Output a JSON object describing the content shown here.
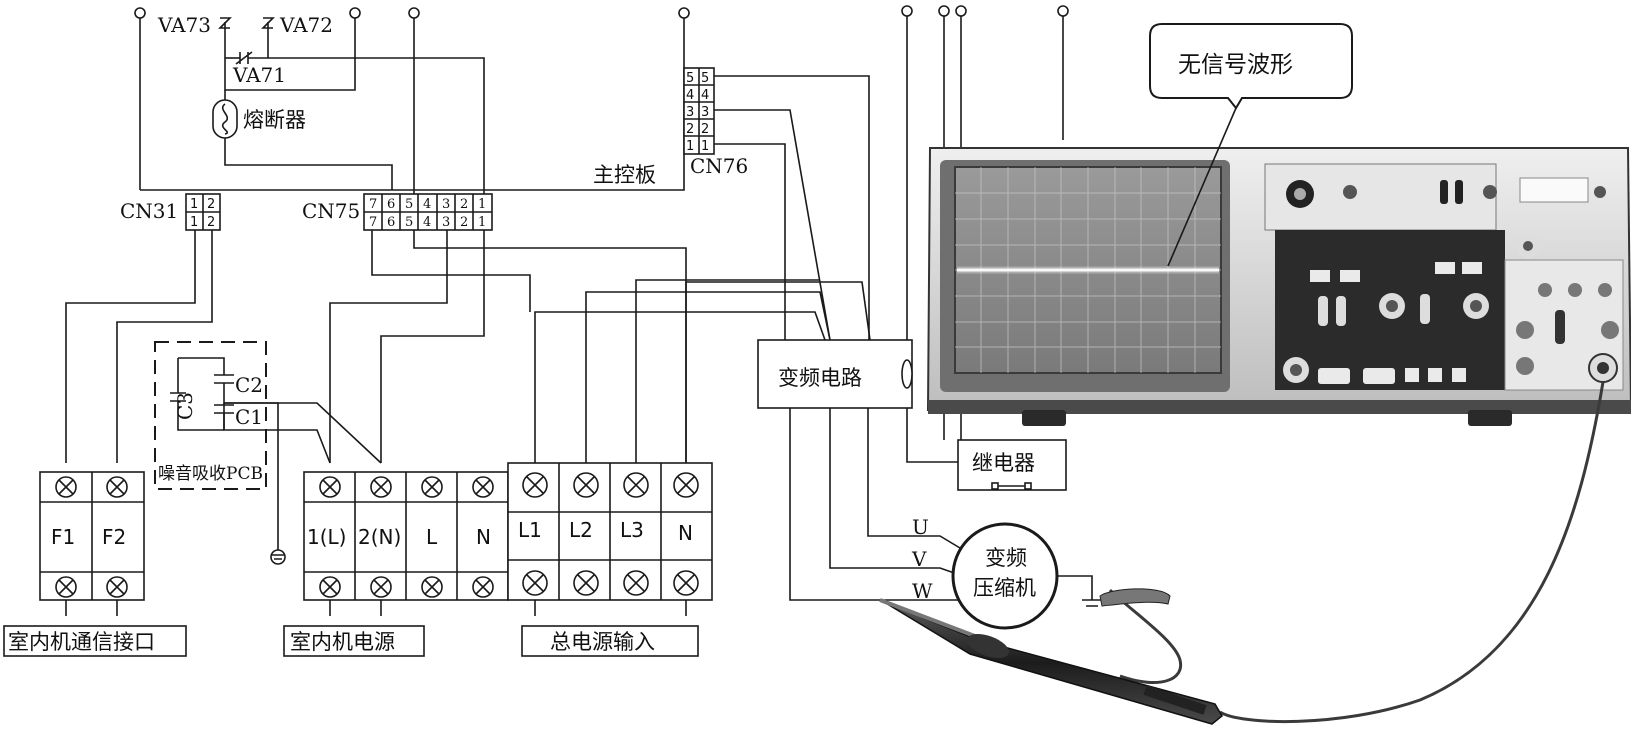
{
  "labels": {
    "va73": "VA73",
    "va72": "VA72",
    "va71": "VA71",
    "fuse": "熔断器",
    "main_board": "主控板",
    "cn76": "CN76",
    "cn31": "CN31",
    "cn75": "CN75",
    "c1": "C1",
    "c2": "C2",
    "c3": "C3",
    "noise_pcb": "噪音吸收PCB",
    "inverter_circuit": "变频电路",
    "relay": "继电器",
    "u": "U",
    "v": "V",
    "w": "W",
    "compressor_line1": "变频",
    "compressor_line2": "压缩机",
    "callout": "无信号波形"
  },
  "cn76_pins": [
    "5",
    "4",
    "3",
    "2",
    "1"
  ],
  "cn31_pins": [
    "1",
    "2"
  ],
  "cn75_pins": [
    "7",
    "6",
    "5",
    "4",
    "3",
    "2",
    "1"
  ],
  "terminal_blocks": {
    "comm": {
      "terminals": [
        "F1",
        "F2"
      ],
      "caption": "室内机通信接口"
    },
    "indoor_power": {
      "terminals": [
        "1(L)",
        "2(N)",
        "L",
        "N"
      ],
      "caption": "室内机电源"
    },
    "main_power": {
      "terminals": [
        "L1",
        "L2",
        "L3",
        "N"
      ],
      "caption": "总电源输入"
    }
  },
  "colors": {
    "line": "#1a1a1a",
    "scope_body": "#d9d9d9",
    "scope_screen": "#8c8c8c",
    "scope_panel": "#2b2b2b"
  }
}
